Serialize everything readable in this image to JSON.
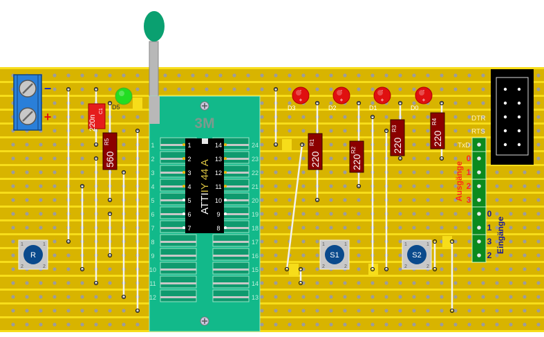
{
  "colors": {
    "board": "#d8b400",
    "strip_gap": "#f7dd1a",
    "hole": "#9c9c9c",
    "socket": "#12b98a",
    "socket_slot": "#0f9a6e",
    "ic": "#000000",
    "led_red": "#e01010",
    "led_green": "#22dd22",
    "resistor": "#8b0000",
    "capacitor": "#e51c1c",
    "terminal": "#2a7fd9",
    "button_cap": "#0a4a8c",
    "header_strip": "#0b8a1e"
  },
  "terminal": {
    "minus": "−",
    "plus": "+"
  },
  "socket": {
    "brand": "3M",
    "left_pins": [
      "1",
      "2",
      "3",
      "4",
      "5",
      "6",
      "7",
      "8",
      "9",
      "10",
      "11",
      "12"
    ],
    "right_pins": [
      "24",
      "23",
      "22",
      "21",
      "20",
      "19",
      "18",
      "17",
      "16",
      "15",
      "14",
      "13"
    ]
  },
  "ic": {
    "part_prefix": "ATTI",
    "part_suffix": "IY 44 A",
    "left_pins": [
      "1",
      "2",
      "3",
      "4",
      "5",
      "6",
      "7"
    ],
    "right_pins": [
      "14",
      "13",
      "12",
      "11",
      "10",
      "9",
      "8"
    ]
  },
  "leds": [
    {
      "ref": "D5",
      "color": "green"
    },
    {
      "ref": "D3",
      "color": "red"
    },
    {
      "ref": "D2",
      "color": "red"
    },
    {
      "ref": "D1",
      "color": "red"
    },
    {
      "ref": "D0",
      "color": "red"
    }
  ],
  "led_pins": {
    "anode": "+",
    "cathode": "-"
  },
  "capacitor": {
    "ref": "C1",
    "value": "220n"
  },
  "resistors": [
    {
      "ref": "R5",
      "value": "560"
    },
    {
      "ref": "R1",
      "value": "220"
    },
    {
      "ref": "R2",
      "value": "220"
    },
    {
      "ref": "R3",
      "value": "220"
    },
    {
      "ref": "R4",
      "value": "220"
    }
  ],
  "buttons": [
    {
      "label": "R",
      "pins": [
        "1",
        "1",
        "2",
        "2"
      ]
    },
    {
      "label": "S1",
      "pins": [
        "1",
        "1",
        "2",
        "2"
      ]
    },
    {
      "label": "S2",
      "pins": [
        "1",
        "1",
        "2",
        "2"
      ]
    }
  ],
  "serial": {
    "dtr": "DTR",
    "rts": "RTS",
    "txd": "TxD"
  },
  "outputs": {
    "title": "Ausgänge",
    "numbers": [
      "0",
      "1",
      "2",
      "3"
    ]
  },
  "inputs": {
    "title": "Eingänge",
    "numbers": [
      "0",
      "1",
      "3",
      "2"
    ]
  }
}
